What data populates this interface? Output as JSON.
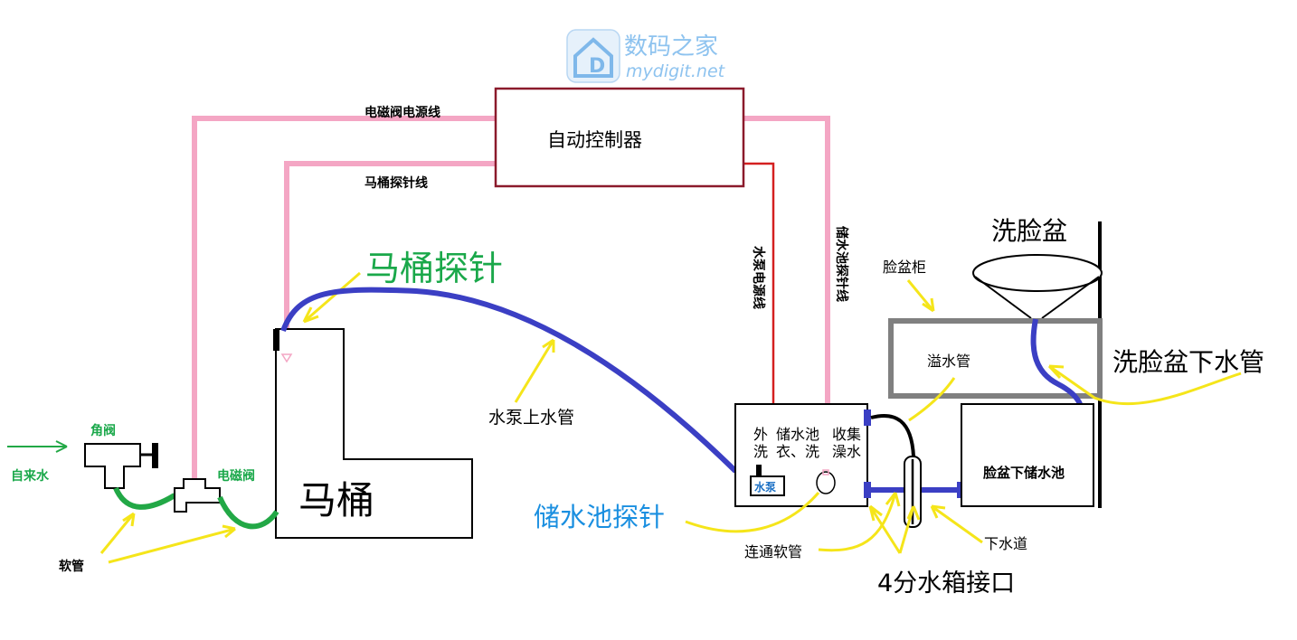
{
  "watermark": {
    "brand_cn": "数码之家",
    "brand_url": "mydigit.net",
    "brand_color": "#5aa6e8"
  },
  "labels": {
    "controller": "自动控制器",
    "valve_power_line": "电磁阀电源线",
    "toilet_probe_line": "马桶探针线",
    "toilet_probe": "马桶探针",
    "pump_power_line": "水泵电源线",
    "tank_probe_line": "储水池探针线",
    "basin": "洗脸盆",
    "basin_cabinet": "脸盆柜",
    "overflow_pipe": "溢水管",
    "basin_drain_pipe": "洗脸盆下水管",
    "angle_valve": "角阀",
    "tap_water": "自来水",
    "solenoid_valve": "电磁阀",
    "hose": "软管",
    "pump_up_pipe": "水泵上水管",
    "toilet": "马桶",
    "tank_col1_a": "外",
    "tank_col1_b": "洗",
    "tank_col2_a": "储水池",
    "tank_col2_b": "衣、洗",
    "tank_col3_a": "收集",
    "tank_col3_b": "澡水",
    "pump": "水泵",
    "tank_probe": "储水池探针",
    "connecting_hose": "连通软管",
    "under_basin_tank": "脸盆下储水池",
    "sewer": "下水道",
    "tank_connector": "4分水箱接口"
  },
  "colors": {
    "pink_wire": "#f4a6c4",
    "red_wire": "#d42020",
    "controller_border": "#8b1a2b",
    "pump_pipe": "#3b3fc4",
    "green_text": "#1aa84a",
    "green_hose": "#22a846",
    "blue_text": "#1a8fe0",
    "yellow_arrow": "#f5e51a",
    "cabinet_gray": "#808080",
    "black": "#000000"
  }
}
